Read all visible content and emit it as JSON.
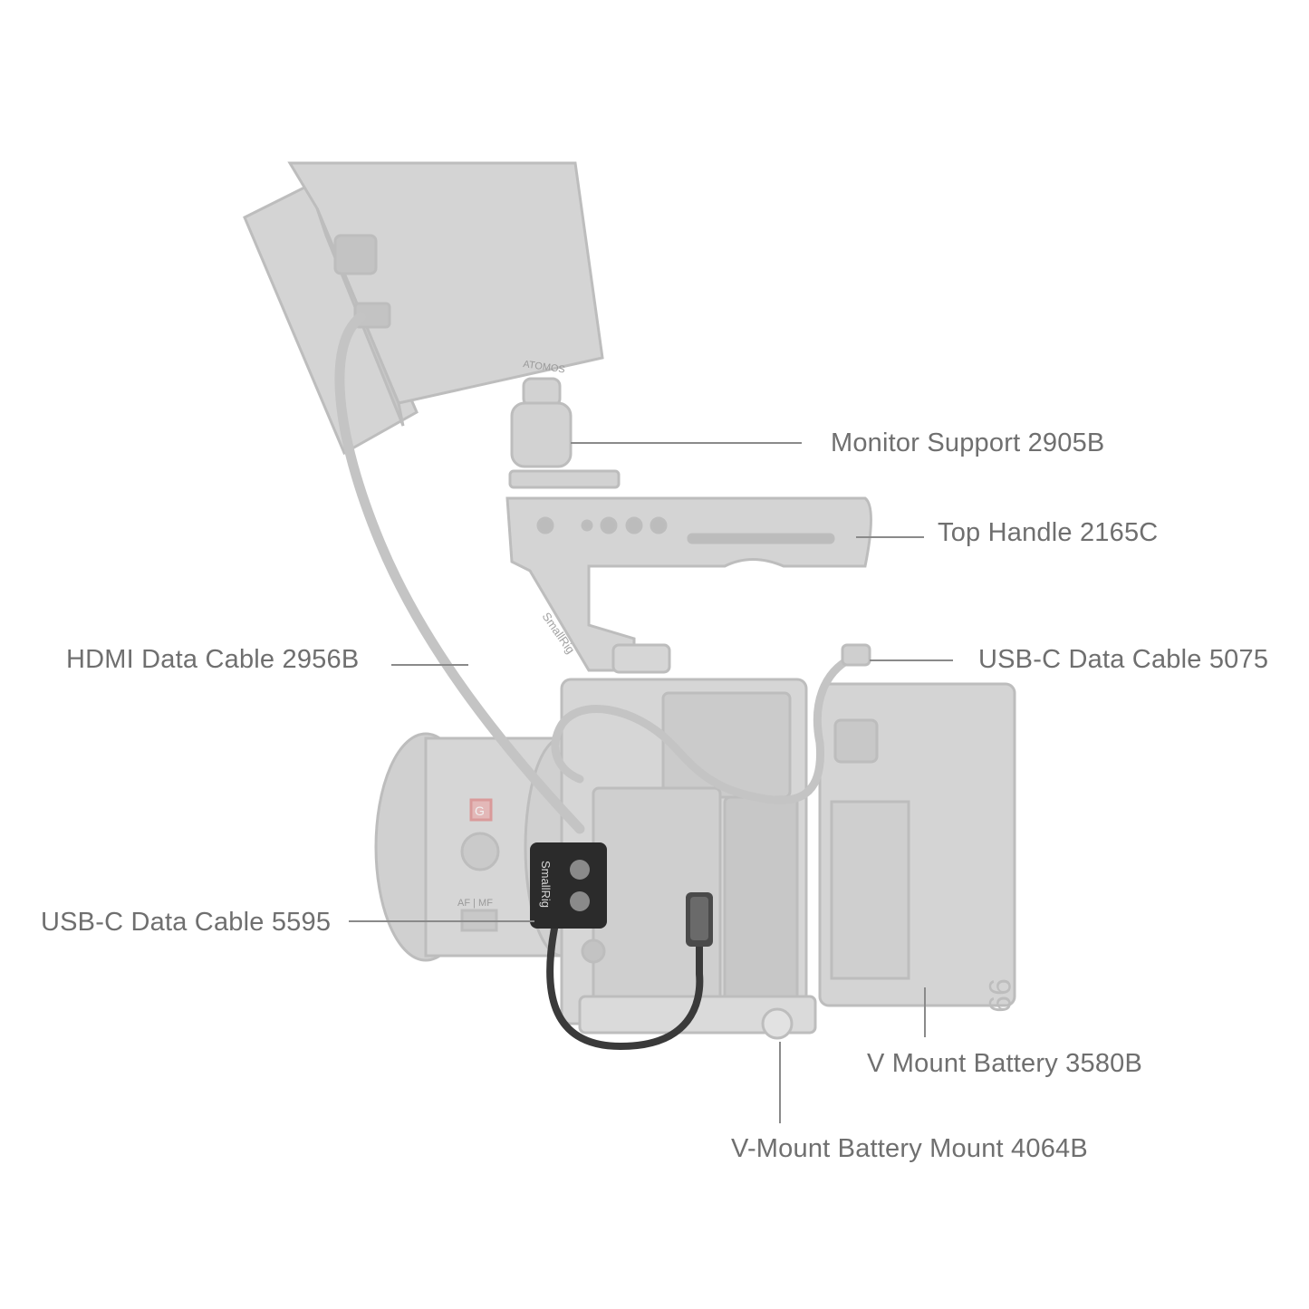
{
  "image": {
    "subject": "camera-rig-accessory-diagram",
    "colors": {
      "background": "#ffffff",
      "rig_ghost": "#d2d2d2",
      "rig_ghost_edge": "#bdbdbd",
      "highlight_part": "#2b2b2b",
      "label_text": "#6f6f6f",
      "leader_line": "#8a8a8a"
    },
    "product_markings": {
      "monitor_brand": "ATOMOS",
      "cage_brand": "SmallRig",
      "lens_badge": "G",
      "lens_switch": "AF | MF",
      "battery_capacity": "99"
    }
  },
  "labels": {
    "monitor_support": "Monitor Support 2905B",
    "top_handle": "Top Handle 2165C",
    "hdmi_cable": "HDMI Data Cable 2956B",
    "usbc_cable_5075": "USB-C Data Cable 5075",
    "usbc_cable_5595": "USB-C Data Cable 5595",
    "v_mount_battery": "V Mount Battery 3580B",
    "battery_mount": "V-Mount Battery Mount 4064B"
  }
}
